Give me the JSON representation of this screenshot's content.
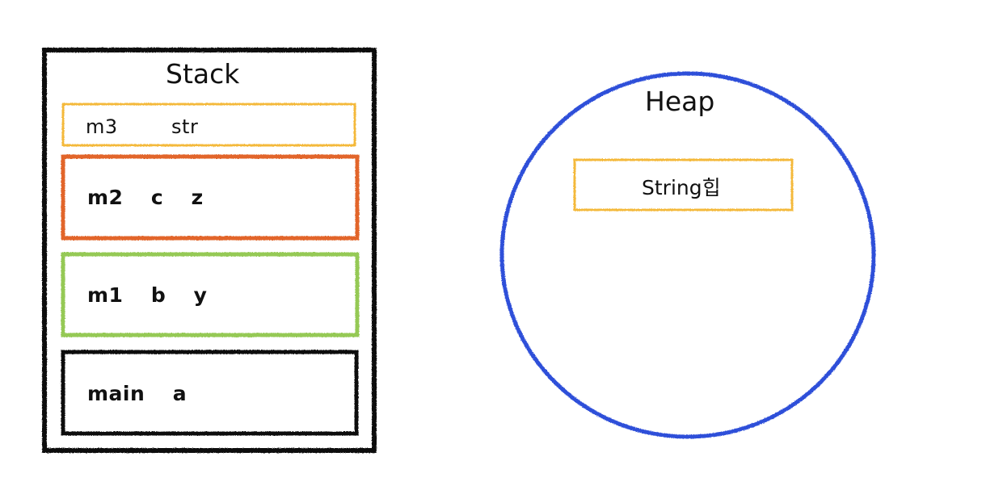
{
  "stack": {
    "title": "Stack",
    "frames": [
      {
        "label": "m3   str",
        "color": "#f4b93a"
      },
      {
        "label": "m2  c  z",
        "color": "#e2652a"
      },
      {
        "label": "m1  b  y",
        "color": "#95c955"
      },
      {
        "label": "main  a",
        "color": "#111111"
      }
    ]
  },
  "heap": {
    "title": "Heap",
    "circle_color": "#2e4fd9",
    "objects": [
      {
        "label": "String힙",
        "color": "#f4b93a"
      }
    ]
  }
}
